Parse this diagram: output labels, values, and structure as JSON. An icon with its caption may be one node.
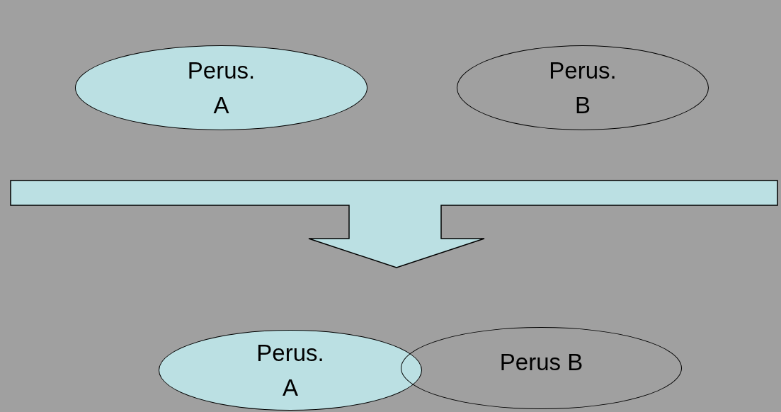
{
  "diagram": {
    "nodes": [
      {
        "text": [
          "Perus. A"
        ]
      },
      {
        "text": [
          "Perus. B"
        ]
      },
      {
        "text": [
          "Perus. A"
        ]
      },
      {
        "text": [
          "Perus B"
        ]
      }
    ]
  }
}
